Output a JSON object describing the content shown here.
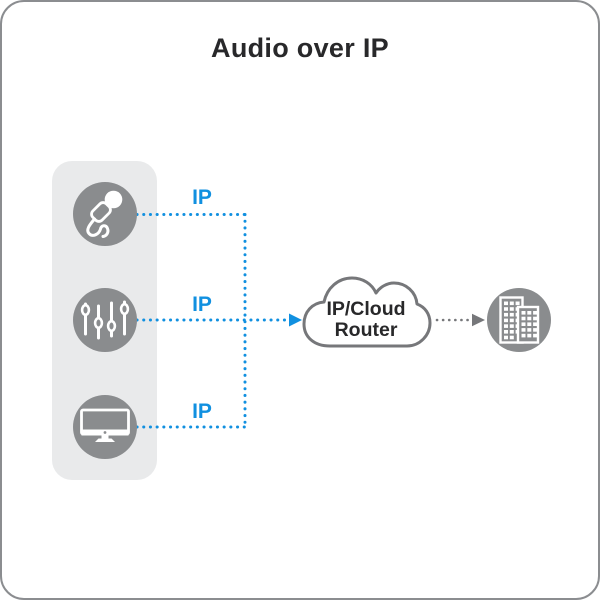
{
  "title": "Audio over IP",
  "colors": {
    "accent_blue": "#1190e0",
    "icon_gray": "#8a8c8e",
    "panel_gray": "#e9eaeb",
    "outline_gray": "#76777a",
    "text_dark": "#28282a",
    "border_gray": "#8b8d90"
  },
  "sources": [
    {
      "name": "microphone",
      "icon": "microphone-icon",
      "label": "IP"
    },
    {
      "name": "audio-mixer",
      "icon": "mixer-icon",
      "label": "IP"
    },
    {
      "name": "monitor",
      "icon": "monitor-icon",
      "label": "IP"
    }
  ],
  "router": {
    "icon": "cloud-icon",
    "line1": "IP/Cloud",
    "line2": "Router"
  },
  "destination": {
    "icon": "building-icon"
  }
}
